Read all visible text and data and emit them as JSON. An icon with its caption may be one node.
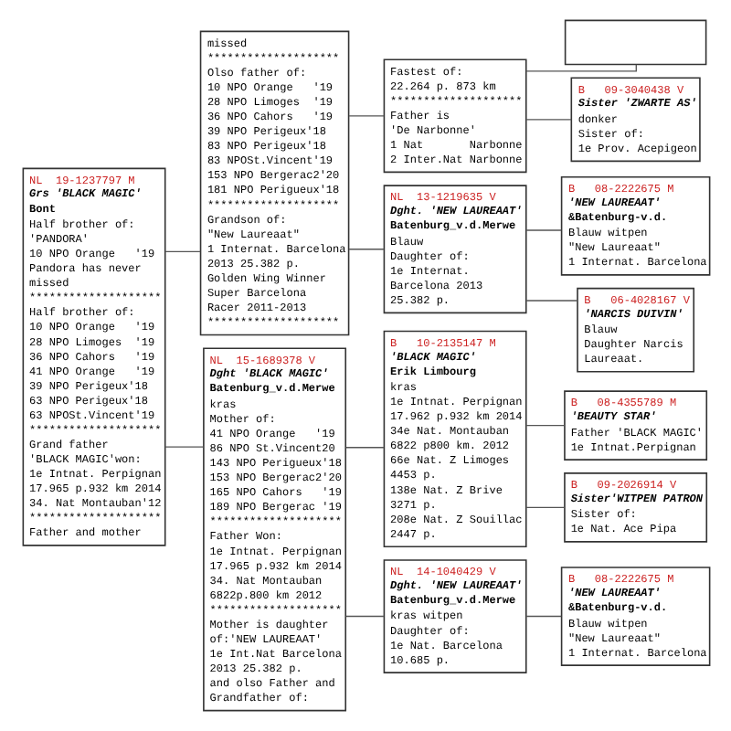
{
  "diagram": {
    "nodes": [
      {
        "text": [
          "NL  19-1237797 M",
          "Grs 'BLACK MAGIC'",
          "Bont",
          "Half brother of:",
          "'PANDORA'",
          "10 NPO Orange   '19",
          "Pandora has never",
          "missed",
          "********************",
          "Half brother of:",
          "10 NPO Orange   '19",
          "28 NPO Limoges  '19",
          "36 NPO Cahors   '19",
          "41 NPO Orange   '19",
          "39 NPO Perigeux'18",
          "63 NPO Perigeux'18",
          "63 NPOSt.Vincent'19",
          "********************",
          "Grand father",
          "'BLACK MAGIC'won:",
          "1e Intnat. Perpignan",
          "17.965 p.932 km 2014",
          "34. Nat Montauban'12",
          "********************",
          "Father and mother"
        ]
      },
      {
        "text": [
          "missed",
          "********************",
          "Olso father of:",
          "10 NPO Orange   '19",
          "28 NPO Limoges  '19",
          "36 NPO Cahors   '19",
          "39 NPO Perigeux'18",
          "83 NPO Perigeux'18",
          "83 NPOSt.Vincent'19",
          "153 NPO Bergerac2'20",
          "181 NPO Perigueux'18",
          "********************",
          "Grandson of:",
          "\"New Laureaat\"",
          "1 Internat. Barcelona",
          "2013 25.382 p.",
          "Golden Wing Winner",
          "Super Barcelona",
          "Racer 2011-2013",
          "********************"
        ]
      },
      {
        "text": [
          "NL  15-1689378 V",
          "Dght 'BLACK MAGIC'",
          "Batenburg_v.d.Merwe",
          "kras",
          "Mother of:",
          "41 NPO Orange   '19",
          "86 NPO St.Vincent20",
          "143 NPO Perigueux'18",
          "153 NPO Bergerac2'20",
          "165 NPO Cahors   '19",
          "189 NPO Bergerac '19",
          "********************",
          "Father Won:",
          "1e Intnat. Perpignan",
          "17.965 p.932 km 2014",
          "34. Nat Montauban",
          "6822p.800 km 2012",
          "********************",
          "Mother is daughter",
          "of:'NEW LAUREAAT'",
          "1e Int.Nat Barcelona",
          "2013 25.382 p.",
          "and olso Father and",
          "Grandfather of:"
        ]
      },
      {
        "text": [
          "Fastest of:",
          "22.264 p. 873 km",
          "********************",
          "Father is",
          "'De Narbonne'",
          "1 Nat       Narbonne",
          "2 Inter.Nat Narbonne"
        ]
      },
      {
        "text": [
          "NL  13-1219635 V",
          "Dght. 'NEW LAUREAAT'",
          "Batenburg_v.d.Merwe",
          "Blauw",
          "Daughter of:",
          "1e Internat.",
          "Barcelona 2013",
          "25.382 p."
        ]
      },
      {
        "text": [
          "B   10-2135147 M",
          "'BLACK MAGIC'",
          "Erik Limbourg",
          "kras",
          "1e Intnat. Perpignan",
          "17.962 p.932 km 2014",
          "34e Nat. Montauban",
          "6822 p800 km. 2012",
          "66e Nat. Z Limoges",
          "4453 p.",
          "138e Nat. Z Brive",
          "3271 p.",
          "208e Nat. Z Souillac",
          "2447 p."
        ]
      },
      {
        "text": [
          "NL  14-1040429 V",
          "Dght. 'NEW LAUREAAT'",
          "Batenburg_v.d.Merwe",
          "kras witpen",
          "Daughter of:",
          "1e Nat. Barcelona",
          "10.685 p."
        ]
      },
      {
        "text": [],
        "shape": "box"
      },
      {
        "text": [
          "B   09-3040438 V",
          "Sister 'ZWARTE AS'",
          "donker",
          "Sister of:",
          "1e Prov. Acepigeon"
        ]
      },
      {
        "text": [
          "B   08-2222675 M",
          "'NEW LAUREAAT'",
          "&Batenburg-v.d.",
          "Blauw witpen",
          "\"New Laureaat\"",
          "1 Internat. Barcelona"
        ]
      },
      {
        "text": [
          "B   06-4028167 V",
          "'NARCIS DUIVIN'",
          "Blauw",
          "Daughter Narcis",
          "Laureaat."
        ]
      },
      {
        "text": [
          "B   08-4355789 M",
          "'BEAUTY STAR'",
          "Father 'BLACK MAGIC'",
          "1e Intnat.Perpignan"
        ]
      },
      {
        "text": [
          "B   09-2026914 V",
          "Sister'WITPEN PATRON",
          "Sister of:",
          "1e Nat. Ace Pipa"
        ]
      },
      {
        "text": [
          "B   08-2222675 M",
          "'NEW LAUREAAT'",
          "&Batenburg-v.d.",
          "Blauw witpen",
          "\"New Laureaat\"",
          "1 Internat. Barcelona"
        ]
      }
    ],
    "edges": [
      {
        "from": 0,
        "to": 1,
        "arrow": "none"
      },
      {
        "from": 0,
        "to": 2,
        "arrow": "none"
      },
      {
        "from": 1,
        "to": 3,
        "arrow": "none"
      },
      {
        "from": 1,
        "to": 4,
        "arrow": "none"
      },
      {
        "from": 2,
        "to": 5,
        "arrow": "none"
      },
      {
        "from": 2,
        "to": 6,
        "arrow": "none"
      },
      {
        "from": 3,
        "to": 7,
        "arrow": "none"
      },
      {
        "from": 3,
        "to": 8,
        "arrow": "none"
      },
      {
        "from": 4,
        "to": 9,
        "arrow": "none"
      },
      {
        "from": 4,
        "to": 10,
        "arrow": "none"
      },
      {
        "from": 5,
        "to": 11,
        "arrow": "none"
      },
      {
        "from": 5,
        "to": 12,
        "arrow": "none"
      },
      {
        "from": 6,
        "to": 13,
        "arrow": "none"
      }
    ]
  }
}
